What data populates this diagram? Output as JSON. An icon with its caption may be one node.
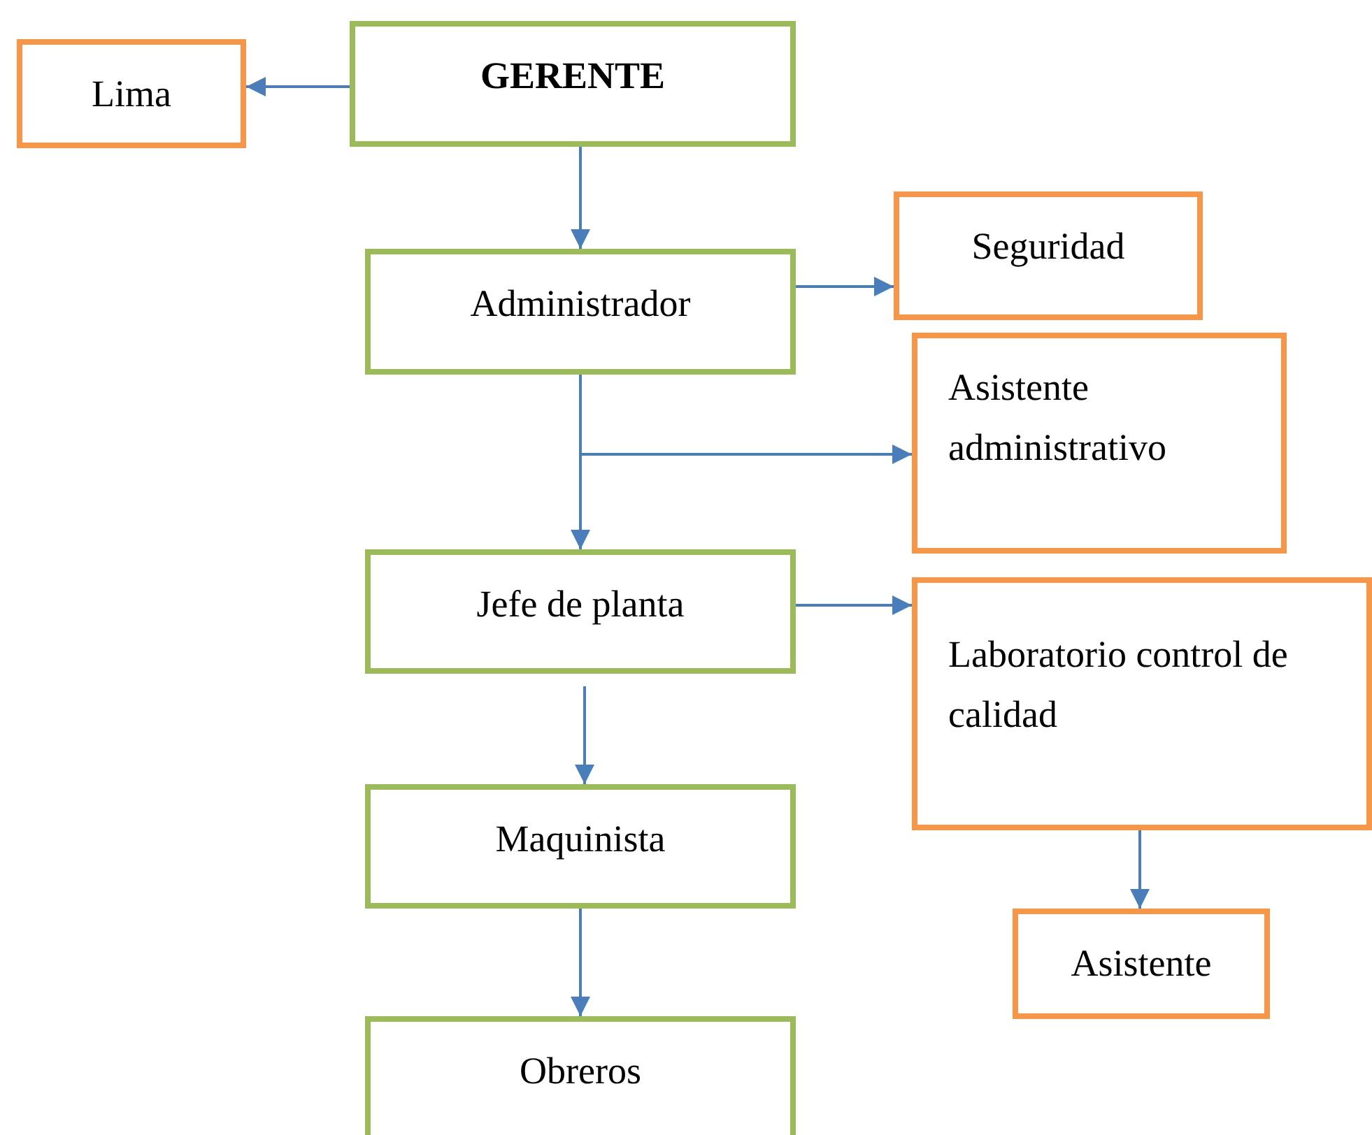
{
  "diagram": {
    "nodes": [
      {
        "text": [
          "GERENTE"
        ]
      },
      {
        "text": [
          "Lima"
        ]
      },
      {
        "text": [
          "Administrador"
        ]
      },
      {
        "text": [
          "Seguridad"
        ]
      },
      {
        "text": [
          "Asistente administrativo"
        ]
      },
      {
        "text": [
          "Jefe de planta"
        ]
      },
      {
        "text": [
          "Laboratorio control de calidad"
        ]
      },
      {
        "text": [
          "Maquinista"
        ]
      },
      {
        "text": [
          "Asistente"
        ]
      },
      {
        "text": [
          "Obreros"
        ]
      }
    ],
    "edges": [
      {
        "from": 0,
        "to": 1,
        "arrow": "to"
      },
      {
        "from": 0,
        "to": 2,
        "arrow": "to"
      },
      {
        "from": 2,
        "to": 3,
        "arrow": "to"
      },
      {
        "from": 2,
        "to": 5,
        "arrow": "to"
      },
      {
        "from": 2,
        "to": 4,
        "arrow": "to"
      },
      {
        "from": 5,
        "to": 6,
        "arrow": "to"
      },
      {
        "from": 5,
        "to": 7,
        "arrow": "to"
      },
      {
        "from": 7,
        "to": 9,
        "arrow": "to"
      },
      {
        "from": 6,
        "to": 8,
        "arrow": "to"
      }
    ]
  }
}
